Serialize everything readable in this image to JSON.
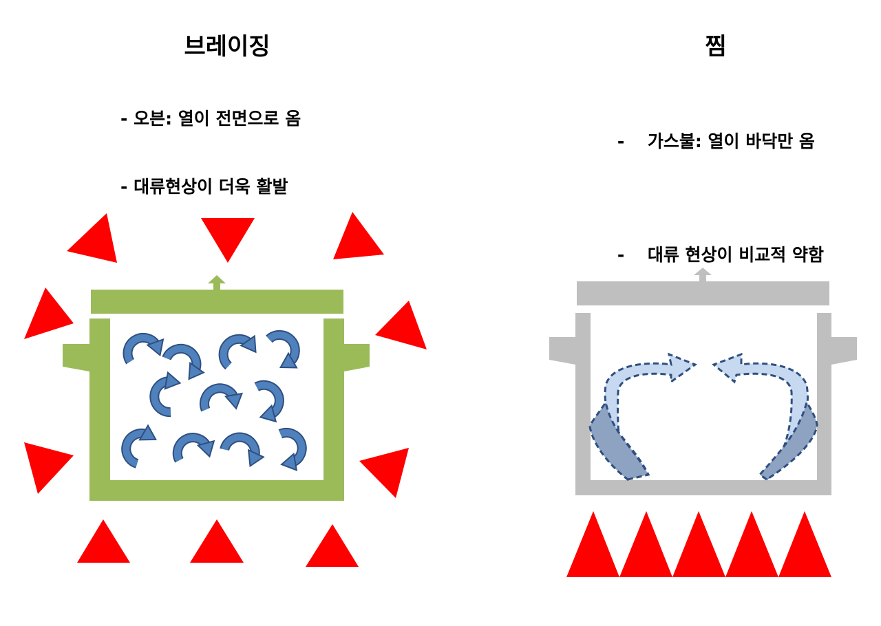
{
  "left": {
    "title": "브레이징",
    "bullets": [
      "- 오븐: 열이 전면으로 옴",
      "- 대류현상이 더욱 활발"
    ]
  },
  "right": {
    "title": "찜",
    "bullets": [
      {
        "dash": "-",
        "text": "가스불: 열이 바닥만 옴"
      },
      {
        "dash": "-",
        "text": "대류 현상이 비교적 약함"
      }
    ]
  },
  "colors": {
    "heat": "#ff0000",
    "left_pot": "#9bbb59",
    "right_pot": "#bfbfbf",
    "strong_convection_arrow": "#4f81bd",
    "weak_convection_arrow_light": "#c6d9f1",
    "weak_convection_arrow_dark": "#8ea3c2",
    "arrow_outline": "#2f4f7f"
  }
}
